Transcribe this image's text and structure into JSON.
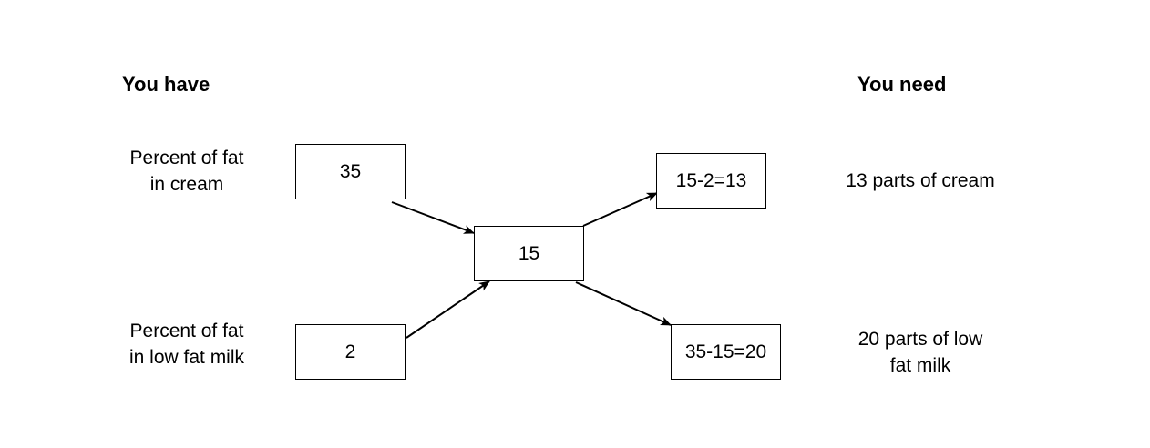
{
  "headings": {
    "you_have": "You have",
    "you_need": "You need"
  },
  "left_labels": {
    "cream_line1": "Percent of fat",
    "cream_line2": "in cream",
    "milk_line1": "Percent of fat",
    "milk_line2": "in low fat milk"
  },
  "boxes": {
    "cream_fat": "35",
    "milk_fat": "2",
    "target_fat": "15",
    "cream_calc": "15-2=13",
    "milk_calc": "35-15=20"
  },
  "right_labels": {
    "cream_parts": "13 parts of cream",
    "milk_parts_line1": "20 parts of low",
    "milk_parts_line2": "fat milk"
  },
  "colors": {
    "stroke": "#000000",
    "background": "#ffffff"
  }
}
